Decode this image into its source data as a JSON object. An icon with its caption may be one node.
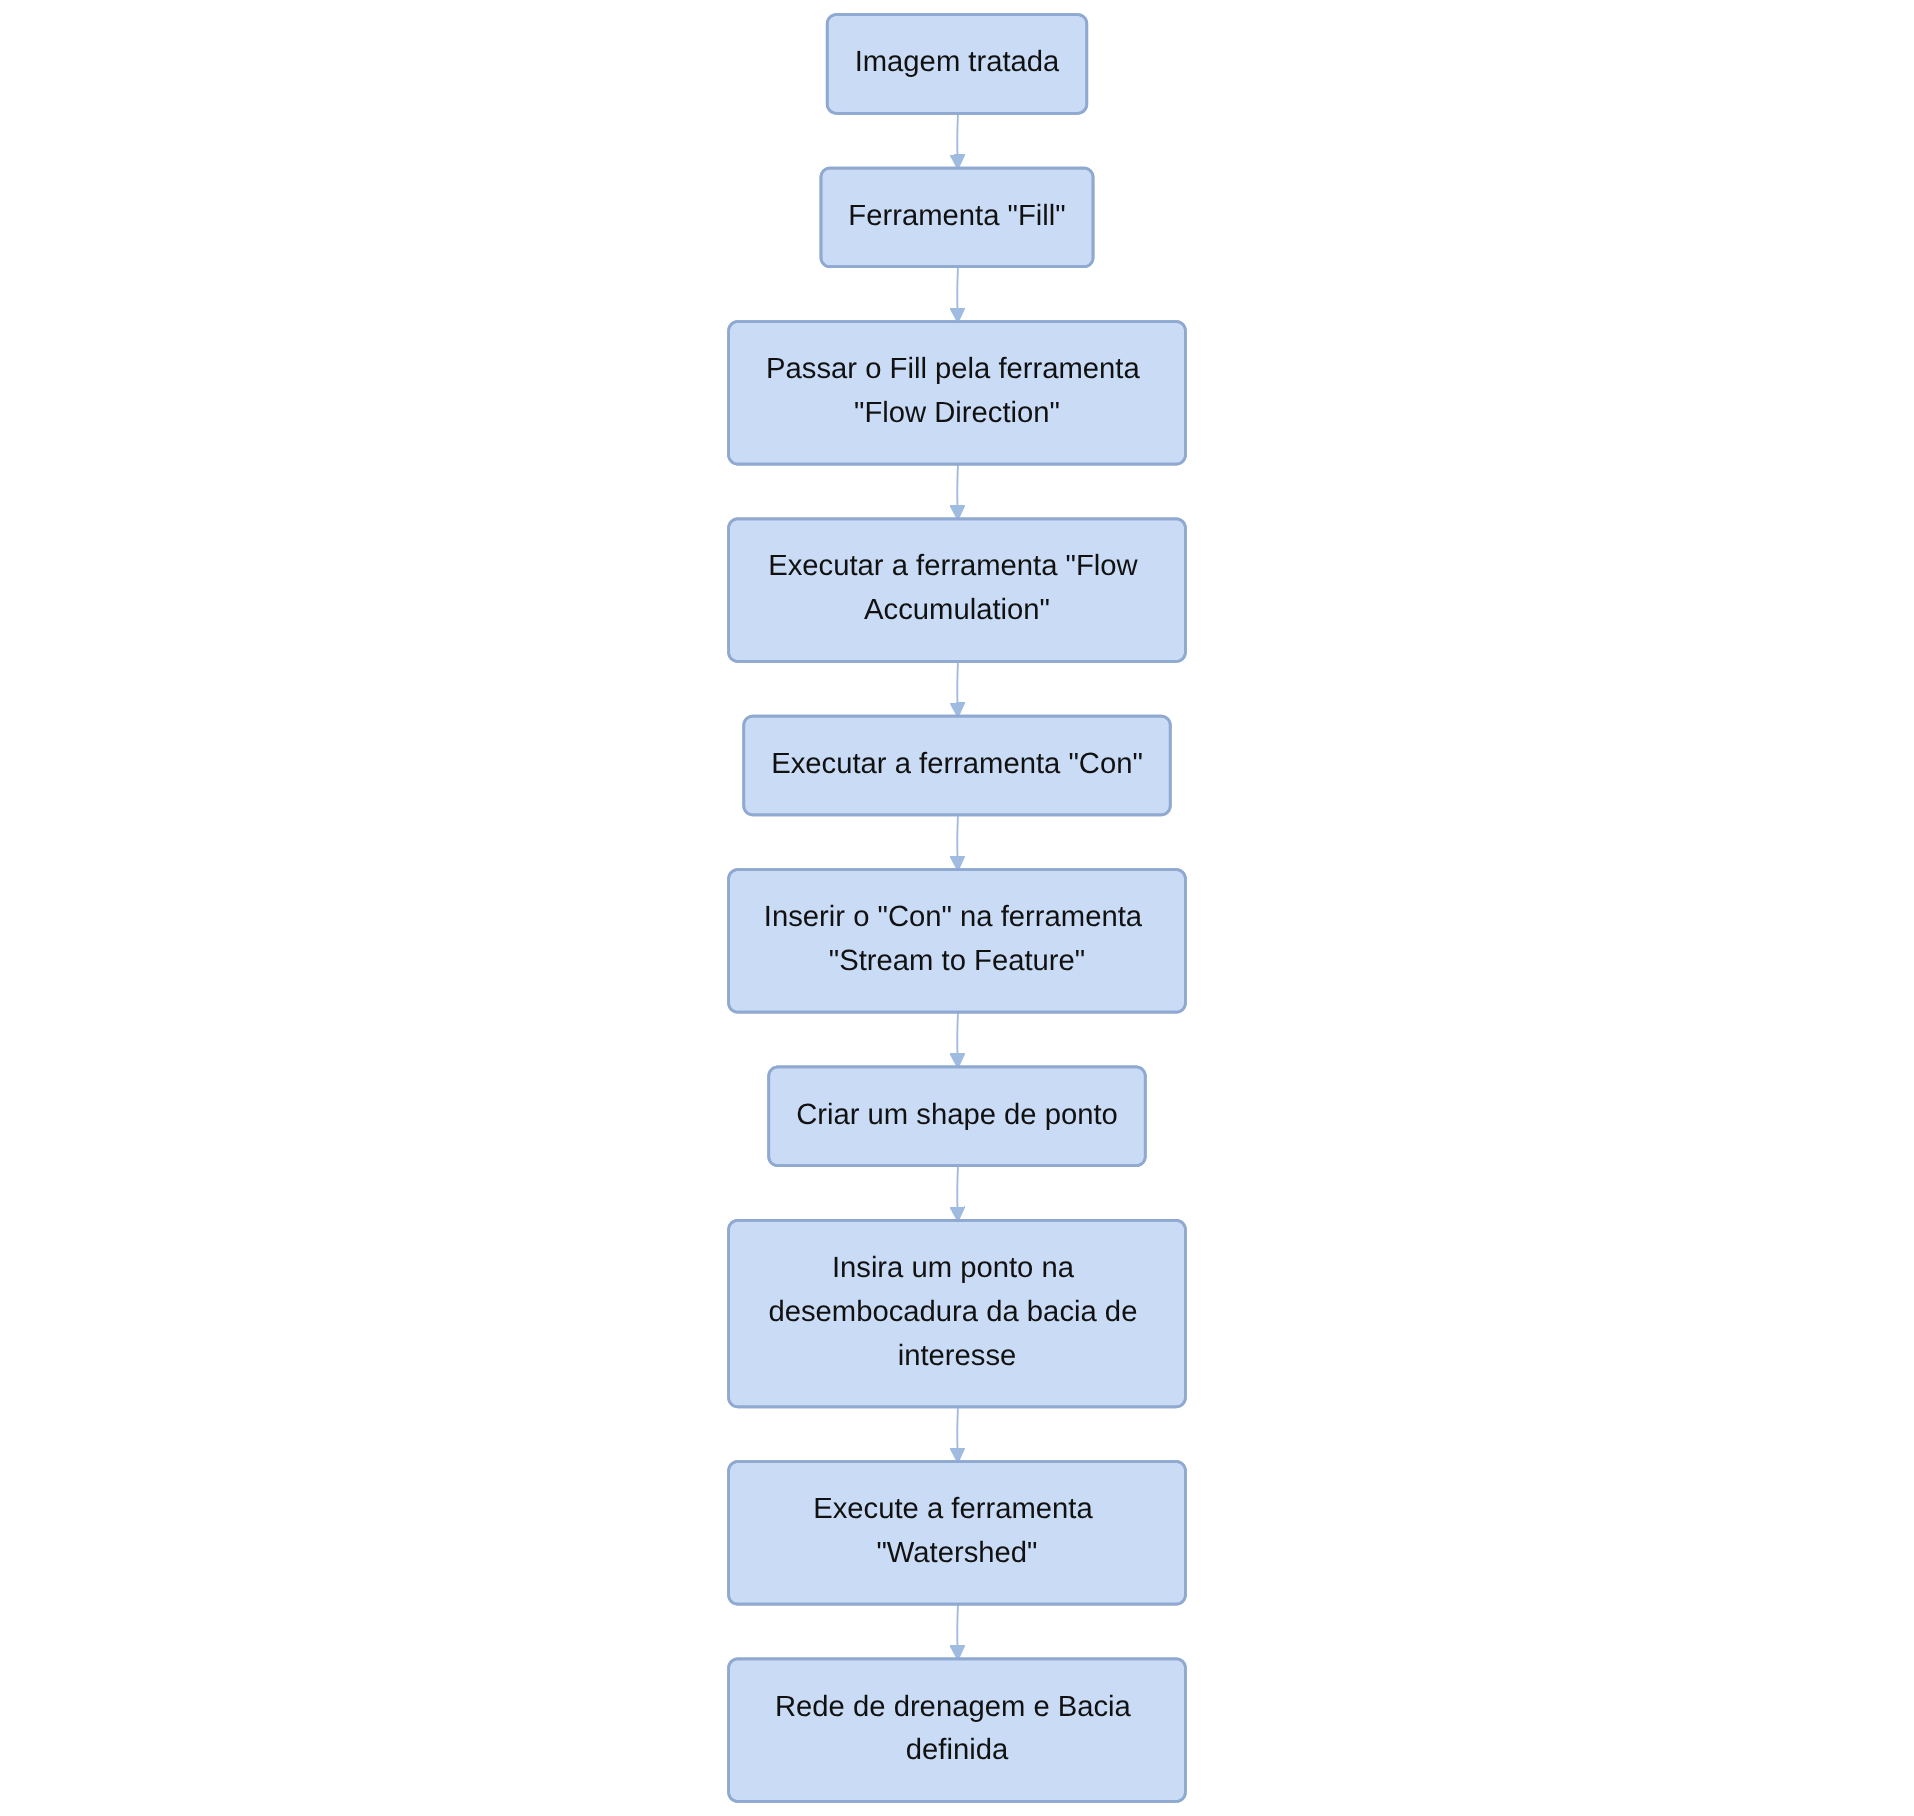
{
  "diagram": {
    "nodes": [
      {
        "text": [
          "Imagem tratada"
        ]
      },
      {
        "text": [
          "Ferramenta \"Fill\""
        ]
      },
      {
        "text": [
          "Passar o Fill pela ferramenta \"Flow Direction\""
        ]
      },
      {
        "text": [
          "Executar a ferramenta \"Flow Accumulation\""
        ]
      },
      {
        "text": [
          "Executar a ferramenta \"Con\""
        ]
      },
      {
        "text": [
          "Inserir o \"Con\" na ferramenta \"Stream to Feature\""
        ]
      },
      {
        "text": [
          "Criar um shape de ponto"
        ]
      },
      {
        "text": [
          "Insira um ponto na desembocadura da bacia de interesse"
        ]
      },
      {
        "text": [
          "Execute a ferramenta \"Watershed\""
        ]
      },
      {
        "text": [
          "Rede de drenagem e Bacia definida"
        ]
      }
    ],
    "edges": [
      {
        "from": 0,
        "to": 1,
        "arrow": "to"
      },
      {
        "from": 1,
        "to": 2,
        "arrow": "to"
      },
      {
        "from": 2,
        "to": 3,
        "arrow": "to"
      },
      {
        "from": 3,
        "to": 4,
        "arrow": "to"
      },
      {
        "from": 4,
        "to": 5,
        "arrow": "to"
      },
      {
        "from": 5,
        "to": 6,
        "arrow": "to"
      },
      {
        "from": 6,
        "to": 7,
        "arrow": "to"
      },
      {
        "from": 7,
        "to": 8,
        "arrow": "to"
      },
      {
        "from": 8,
        "to": 9,
        "arrow": "to"
      }
    ]
  }
}
